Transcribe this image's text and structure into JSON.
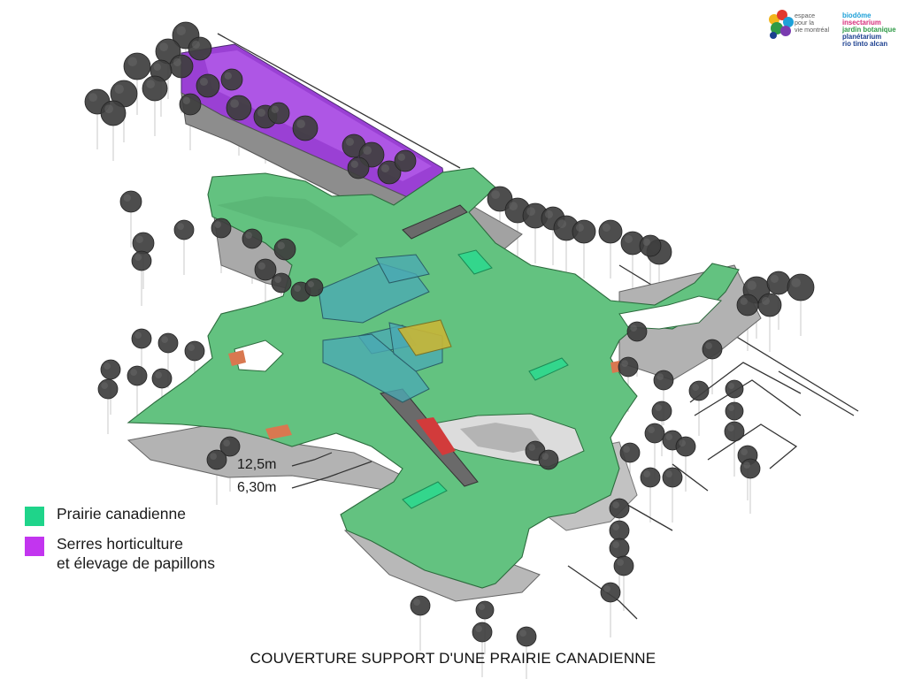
{
  "colors": {
    "prairie": "#63c280",
    "prairie_swatch": "#1fd48a",
    "greenhouse": "#9b3fd6",
    "greenhouse_swatch": "#c235ef",
    "glass": "#4aa9b3",
    "tree": "#3e3e3e",
    "slab": "#9a9a9a"
  },
  "legend": {
    "items": [
      {
        "id": "prairie",
        "label": "Prairie canadienne"
      },
      {
        "id": "greenhouse",
        "label_line1": "Serres horticulture",
        "label_line2": "et élevage de papillons"
      }
    ]
  },
  "levels": {
    "upper": "12,5m",
    "lower": "6,30m"
  },
  "caption": "COUVERTURE SUPPORT D'UNE PRAIRIE CANADIENNE",
  "logo": {
    "left_lines": [
      "espace",
      "pour la",
      "vie montréal"
    ],
    "right_lines": [
      {
        "text": "biodôme",
        "color": "#1ea0d8"
      },
      {
        "text": "insectarium",
        "color": "#d62d7a"
      },
      {
        "text": "jardin botanique",
        "color": "#2e9a46"
      },
      {
        "text": "planétarium",
        "color": "#1b3f8f"
      },
      {
        "text": "rio tinto alcan",
        "color": "#1b3f8f"
      }
    ]
  }
}
